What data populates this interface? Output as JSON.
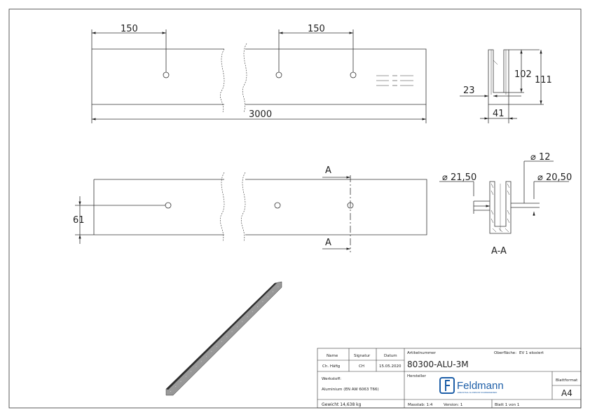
{
  "dimensions": {
    "top_left_150": "150",
    "top_right_150": "150",
    "length": "3000",
    "height_102": "102",
    "height_111": "111",
    "width_23": "23",
    "width_41": "41",
    "height_61": "61",
    "dia_12": "12",
    "dia_21_50": "21,50",
    "dia_20_50": "20,50",
    "section_a": "A",
    "section_aa": "A-A",
    "dia_symbol": "⌀"
  },
  "title_block": {
    "name_label": "Name",
    "signatur_label": "Signatur",
    "datum_label": "Datum",
    "name_value": "Ch. Häfig",
    "signatur_value": "CH",
    "datum_value": "15.05.2020",
    "artikelnummer_label": "Artikelnummer",
    "oberflaeche_label": "Oberfläche:",
    "oberflaeche_value": "EV 1 eloxiert",
    "artikelnummer_value": "80300-ALU-3M",
    "werkstoff_label": "Werkstoff:",
    "werkstoff_value": "Aluminium (EN AW 6063 T66)",
    "hersteller_label": "Hersteller",
    "logo_text": "Feldmann",
    "logo_subtext": "EDELSTAHL ALUMINIUM SCHMIEDEEISEN",
    "blattformat_label": "Blattformat",
    "blattformat_value": "A4",
    "gewicht": "Gewicht 14,638 kg",
    "massstab": "Masstab: 1:4",
    "version": "Version: 1",
    "blatt": "Blatt 1 von 1"
  }
}
